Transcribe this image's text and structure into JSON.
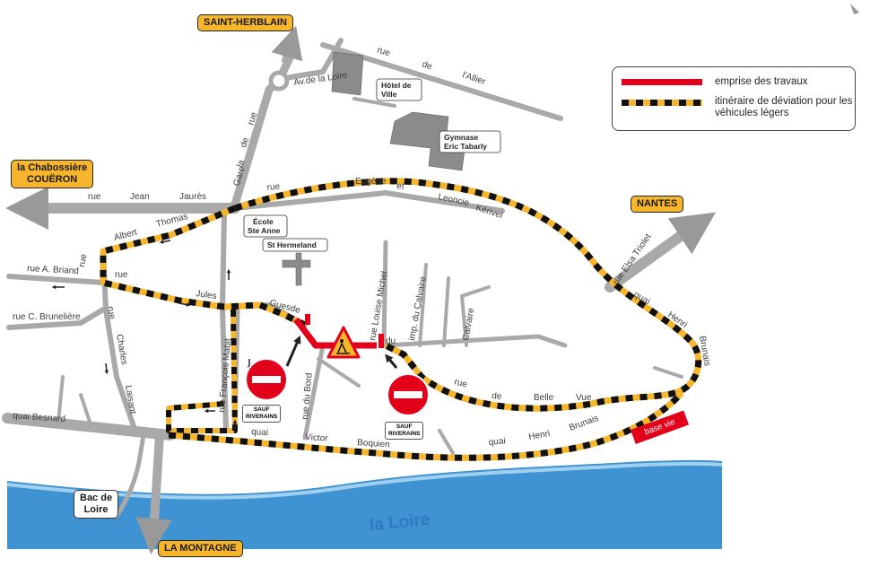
{
  "places": {
    "saint_herblain": "SAINT-HERBLAIN",
    "chabossiere_line1": "la Chabossière",
    "chabossiere_line2": "COUËRON",
    "nantes": "NANTES",
    "la_montagne": "LA MONTAGNE",
    "bac_line1": "Bac de",
    "bac_line2": "Loire"
  },
  "buildings": {
    "hotel_line1": "Hôtel de",
    "hotel_line2": "Ville",
    "gymnase_line1": "Gymnase",
    "gymnase_line2": "Eric Tabarly",
    "ecole_line1": "École",
    "ecole_line2": "Ste Anne",
    "church": "St Hermeland"
  },
  "streets": {
    "rue_allier": [
      "rue",
      "de",
      "l'Allier"
    ],
    "av_loire": "Av.de la Loire",
    "rue_gare": [
      "rue",
      "de",
      "la",
      "Gare"
    ],
    "rue_jean_jaures": [
      "rue",
      "Jean",
      "Jaurès"
    ],
    "rue_albert_thomas": [
      "rue",
      "Albert",
      "Thomas"
    ],
    "rue_eugene_leoncie": [
      "rue",
      "Eugène",
      "et",
      "Leoncie",
      "Kérivel"
    ],
    "rue_a_briand": "rue A. Briand",
    "rue_jules_guesde": [
      "rue",
      "Jules",
      "Guesde"
    ],
    "rue_c_bruneliere": "rue C. Brunelière",
    "rue_charles_laisant": [
      "rue",
      "Charles",
      "Laisant"
    ],
    "quai_besnard": "quai Besnard",
    "rue_francois_mabit": "rue François Mabit",
    "rue_du_bord": "rue du Bord",
    "rue_louise_michel": "rue Louise Michel",
    "imp_calvaire": "imp. du Calvaire",
    "calvaire": "Calvaire",
    "du": "du",
    "rue_de_belle_vue": [
      "rue",
      "de",
      "Belle",
      "Vue"
    ],
    "rue_elsa_triolet": "rue Elsa Triolet",
    "quai_henri_brunais_east": [
      "quai",
      "Henri",
      "Brunais"
    ],
    "quai_victor_boquien": [
      "quai",
      "Victor",
      "Boquien"
    ],
    "quai_henri_brunais_south": [
      "quai",
      "Henri",
      "Brunais"
    ]
  },
  "legend": {
    "works_label": "emprise des travaux",
    "detour_label": "itinéraire de déviation pour les véhicules légers",
    "works_color": "#e2001a",
    "detour_colors": [
      "#f7b52b",
      "#111111"
    ]
  },
  "signs": {
    "sauf_line1": "SAUF",
    "sauf_line2": "RIVERAINS",
    "no_entry_icon": "no-entry-icon",
    "roadworks_icon": "roadworks-warning-icon"
  },
  "river": "la Loire",
  "base_vie": "base vie"
}
